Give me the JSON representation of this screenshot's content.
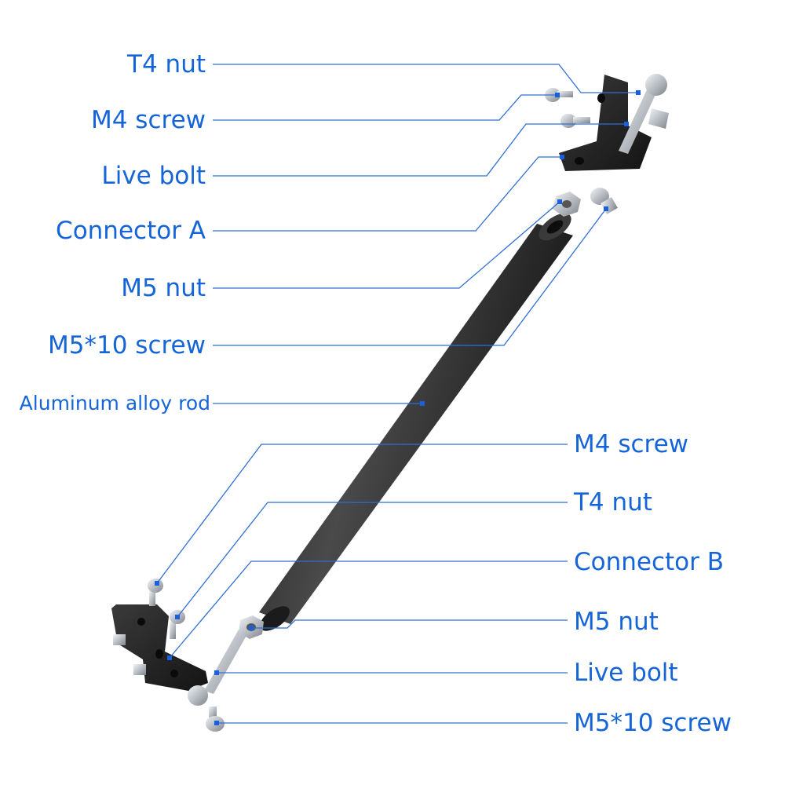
{
  "labels_left": [
    {
      "id": "t4-nut-top",
      "text": "T4 nut"
    },
    {
      "id": "m4-screw-top",
      "text": "M4 screw"
    },
    {
      "id": "live-bolt-top",
      "text": "Live bolt"
    },
    {
      "id": "connector-a",
      "text": "Connector A"
    },
    {
      "id": "m5-nut-top",
      "text": "M5 nut"
    },
    {
      "id": "m5x10-screw-top",
      "text": "M5*10 screw"
    },
    {
      "id": "aluminum-alloy-rod",
      "text": "Aluminum alloy rod"
    }
  ],
  "labels_right": [
    {
      "id": "m4-screw-bottom",
      "text": "M4 screw"
    },
    {
      "id": "t4-nut-bottom",
      "text": "T4 nut"
    },
    {
      "id": "connector-b",
      "text": "Connector B"
    },
    {
      "id": "m5-nut-bottom",
      "text": "M5 nut"
    },
    {
      "id": "live-bolt-bottom",
      "text": "Live bolt"
    },
    {
      "id": "m5x10-screw-bottom",
      "text": "M5*10 screw"
    }
  ],
  "colors": {
    "label": "#1565d8",
    "leader": "#2f6fd6",
    "rod": "#2b2b2b",
    "metal": "#c9cdd2"
  }
}
